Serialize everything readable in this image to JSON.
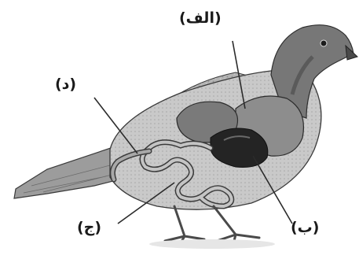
{
  "labels": {
    "alef": "(الف)",
    "dal": "(د)",
    "jim": "(ج)",
    "be": "(ب)"
  },
  "colors": {
    "plumage": "#a9a9a9",
    "head": "#6f6f6f",
    "crop": "#8a8a8a",
    "stomach": "#262626",
    "intestine": "#b8b8b8",
    "leader_line": "#2b2b2b"
  }
}
